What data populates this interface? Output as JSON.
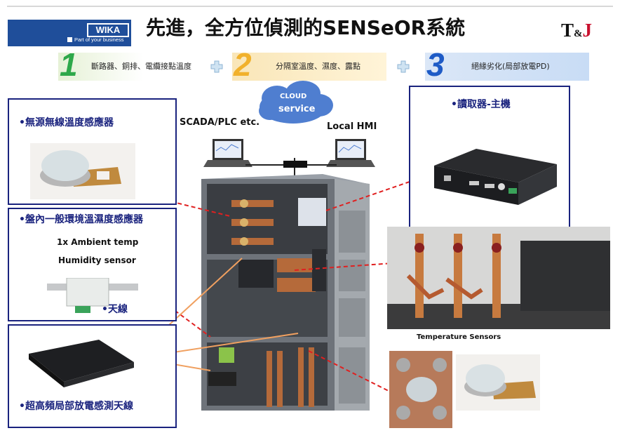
{
  "header": {
    "title": "先進，全方位偵測的SENSeOR系統",
    "wika_logo": "WIKA",
    "wika_tagline": "Part of your business",
    "tj_logo": {
      "t": "T",
      "amp": "&",
      "j": "J"
    }
  },
  "steps": [
    {
      "number": "1",
      "label": "斷路器、銅排、電纜接點溫度"
    },
    {
      "number": "2",
      "label": "分隔室溫度、濕度、露點"
    },
    {
      "number": "3",
      "label": "絕緣劣化(局部放電PD)"
    }
  ],
  "panels": {
    "passive_sensor": {
      "title": "•無源無線溫度感應器"
    },
    "ambient_sensor": {
      "title": "•盤內一般環境溫濕度感應器",
      "line1": "1x Ambient temp",
      "line2": "Humidity sensor",
      "antenna": "•天線"
    },
    "uhf_antenna": {
      "title": "•超高頻局部放電感測天線"
    },
    "reader": {
      "title": "•讀取器-主機"
    }
  },
  "labels": {
    "cloud_line1": "CLOUD",
    "cloud_line2": "service",
    "scada": "SCADA/PLC etc.",
    "local_hmi": "Local HMI",
    "temperature_sensors": "Temperature Sensors"
  },
  "colors": {
    "accent_blue": "#1a237e",
    "wika_blue": "#1f4e9a",
    "step1_green": "#2ea84a",
    "step2_yellow": "#f1b12c",
    "step3_blue": "#1e5bc6",
    "link_red": "#e02020",
    "link_orange": "#f0a060",
    "cloud": "#4f7ed0"
  }
}
